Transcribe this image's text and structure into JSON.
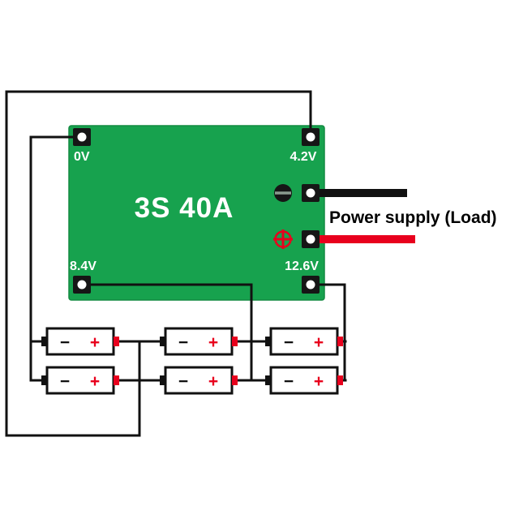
{
  "diagram": {
    "board": {
      "label": "3S 40A",
      "color": "#17A24E",
      "terminal_labels": {
        "top_left": "0V",
        "top_right": "4.2V",
        "bottom_left": "8.4V",
        "bottom_right": "12.6V"
      }
    },
    "power": {
      "label": "Power supply (Load)",
      "negative_color": "#111111",
      "positive_color": "#E8001D"
    },
    "battery": {
      "count": 6,
      "minus_label": "−",
      "plus_label": "+",
      "plus_color": "#E8001D",
      "body_color": "#FFFFFF"
    },
    "wire_color": "#111111",
    "background": "#FFFFFF"
  }
}
